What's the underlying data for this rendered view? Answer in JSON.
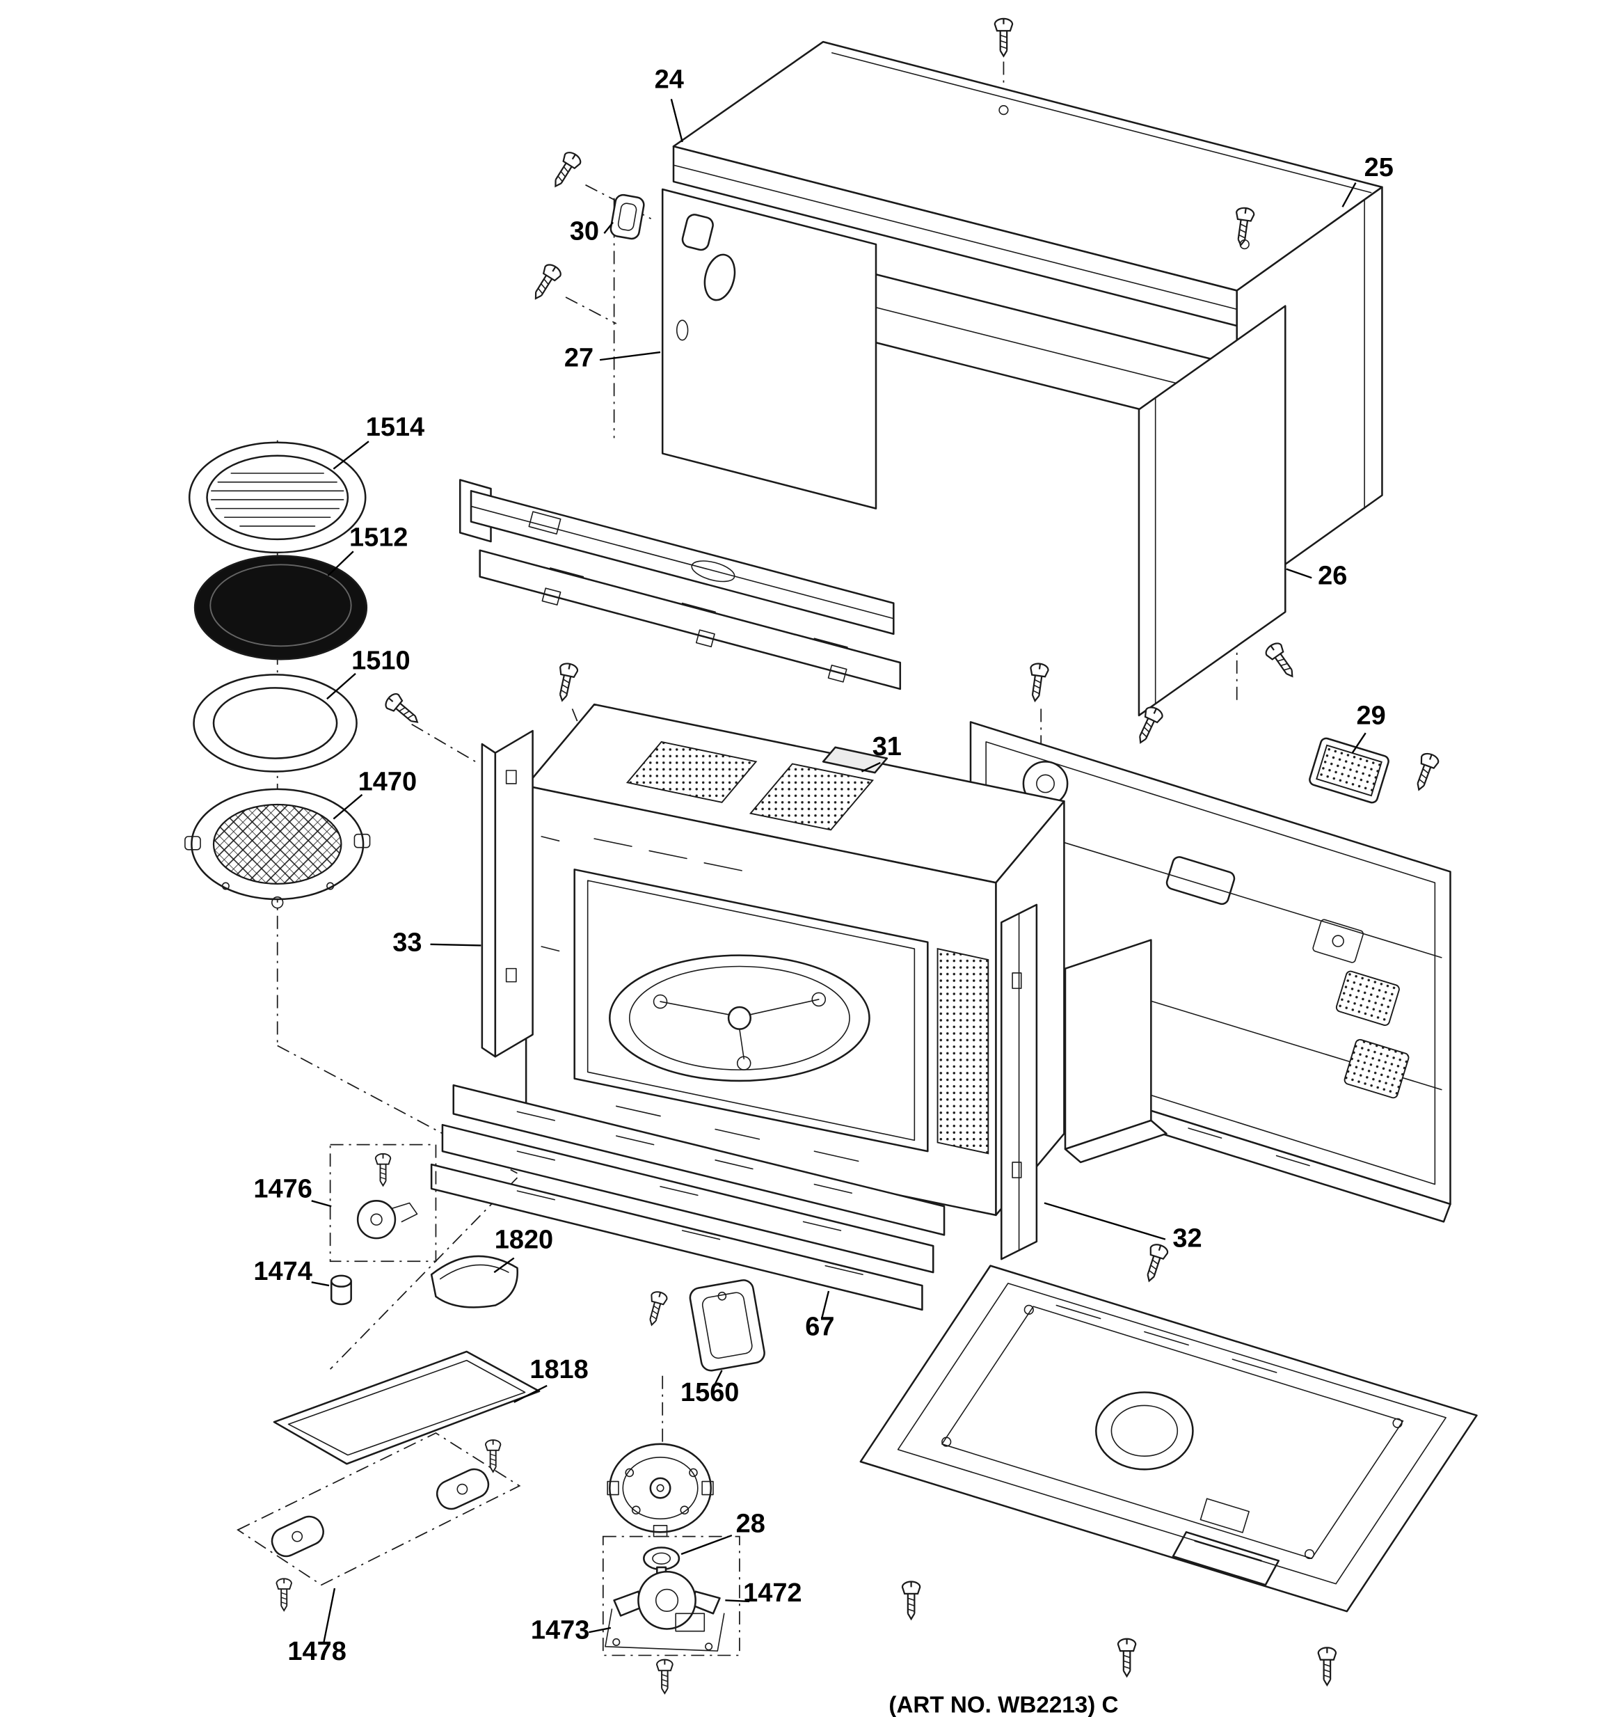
{
  "colors": {
    "background": "#ffffff",
    "line": "#1a1a1a"
  },
  "diagram": {
    "art_no": "(ART NO. WB2213) C",
    "callouts": [
      {
        "text": "24"
      },
      {
        "text": "25"
      },
      {
        "text": "30"
      },
      {
        "text": "27"
      },
      {
        "text": "26"
      },
      {
        "text": "1514"
      },
      {
        "text": "1512"
      },
      {
        "text": "1510"
      },
      {
        "text": "1470"
      },
      {
        "text": "29"
      },
      {
        "text": "31"
      },
      {
        "text": "33"
      },
      {
        "text": "32"
      },
      {
        "text": "1476"
      },
      {
        "text": "1820"
      },
      {
        "text": "1474"
      },
      {
        "text": "67"
      },
      {
        "text": "1818"
      },
      {
        "text": "1560"
      },
      {
        "text": "28"
      },
      {
        "text": "1472"
      },
      {
        "text": "1473"
      },
      {
        "text": "1478"
      }
    ]
  }
}
